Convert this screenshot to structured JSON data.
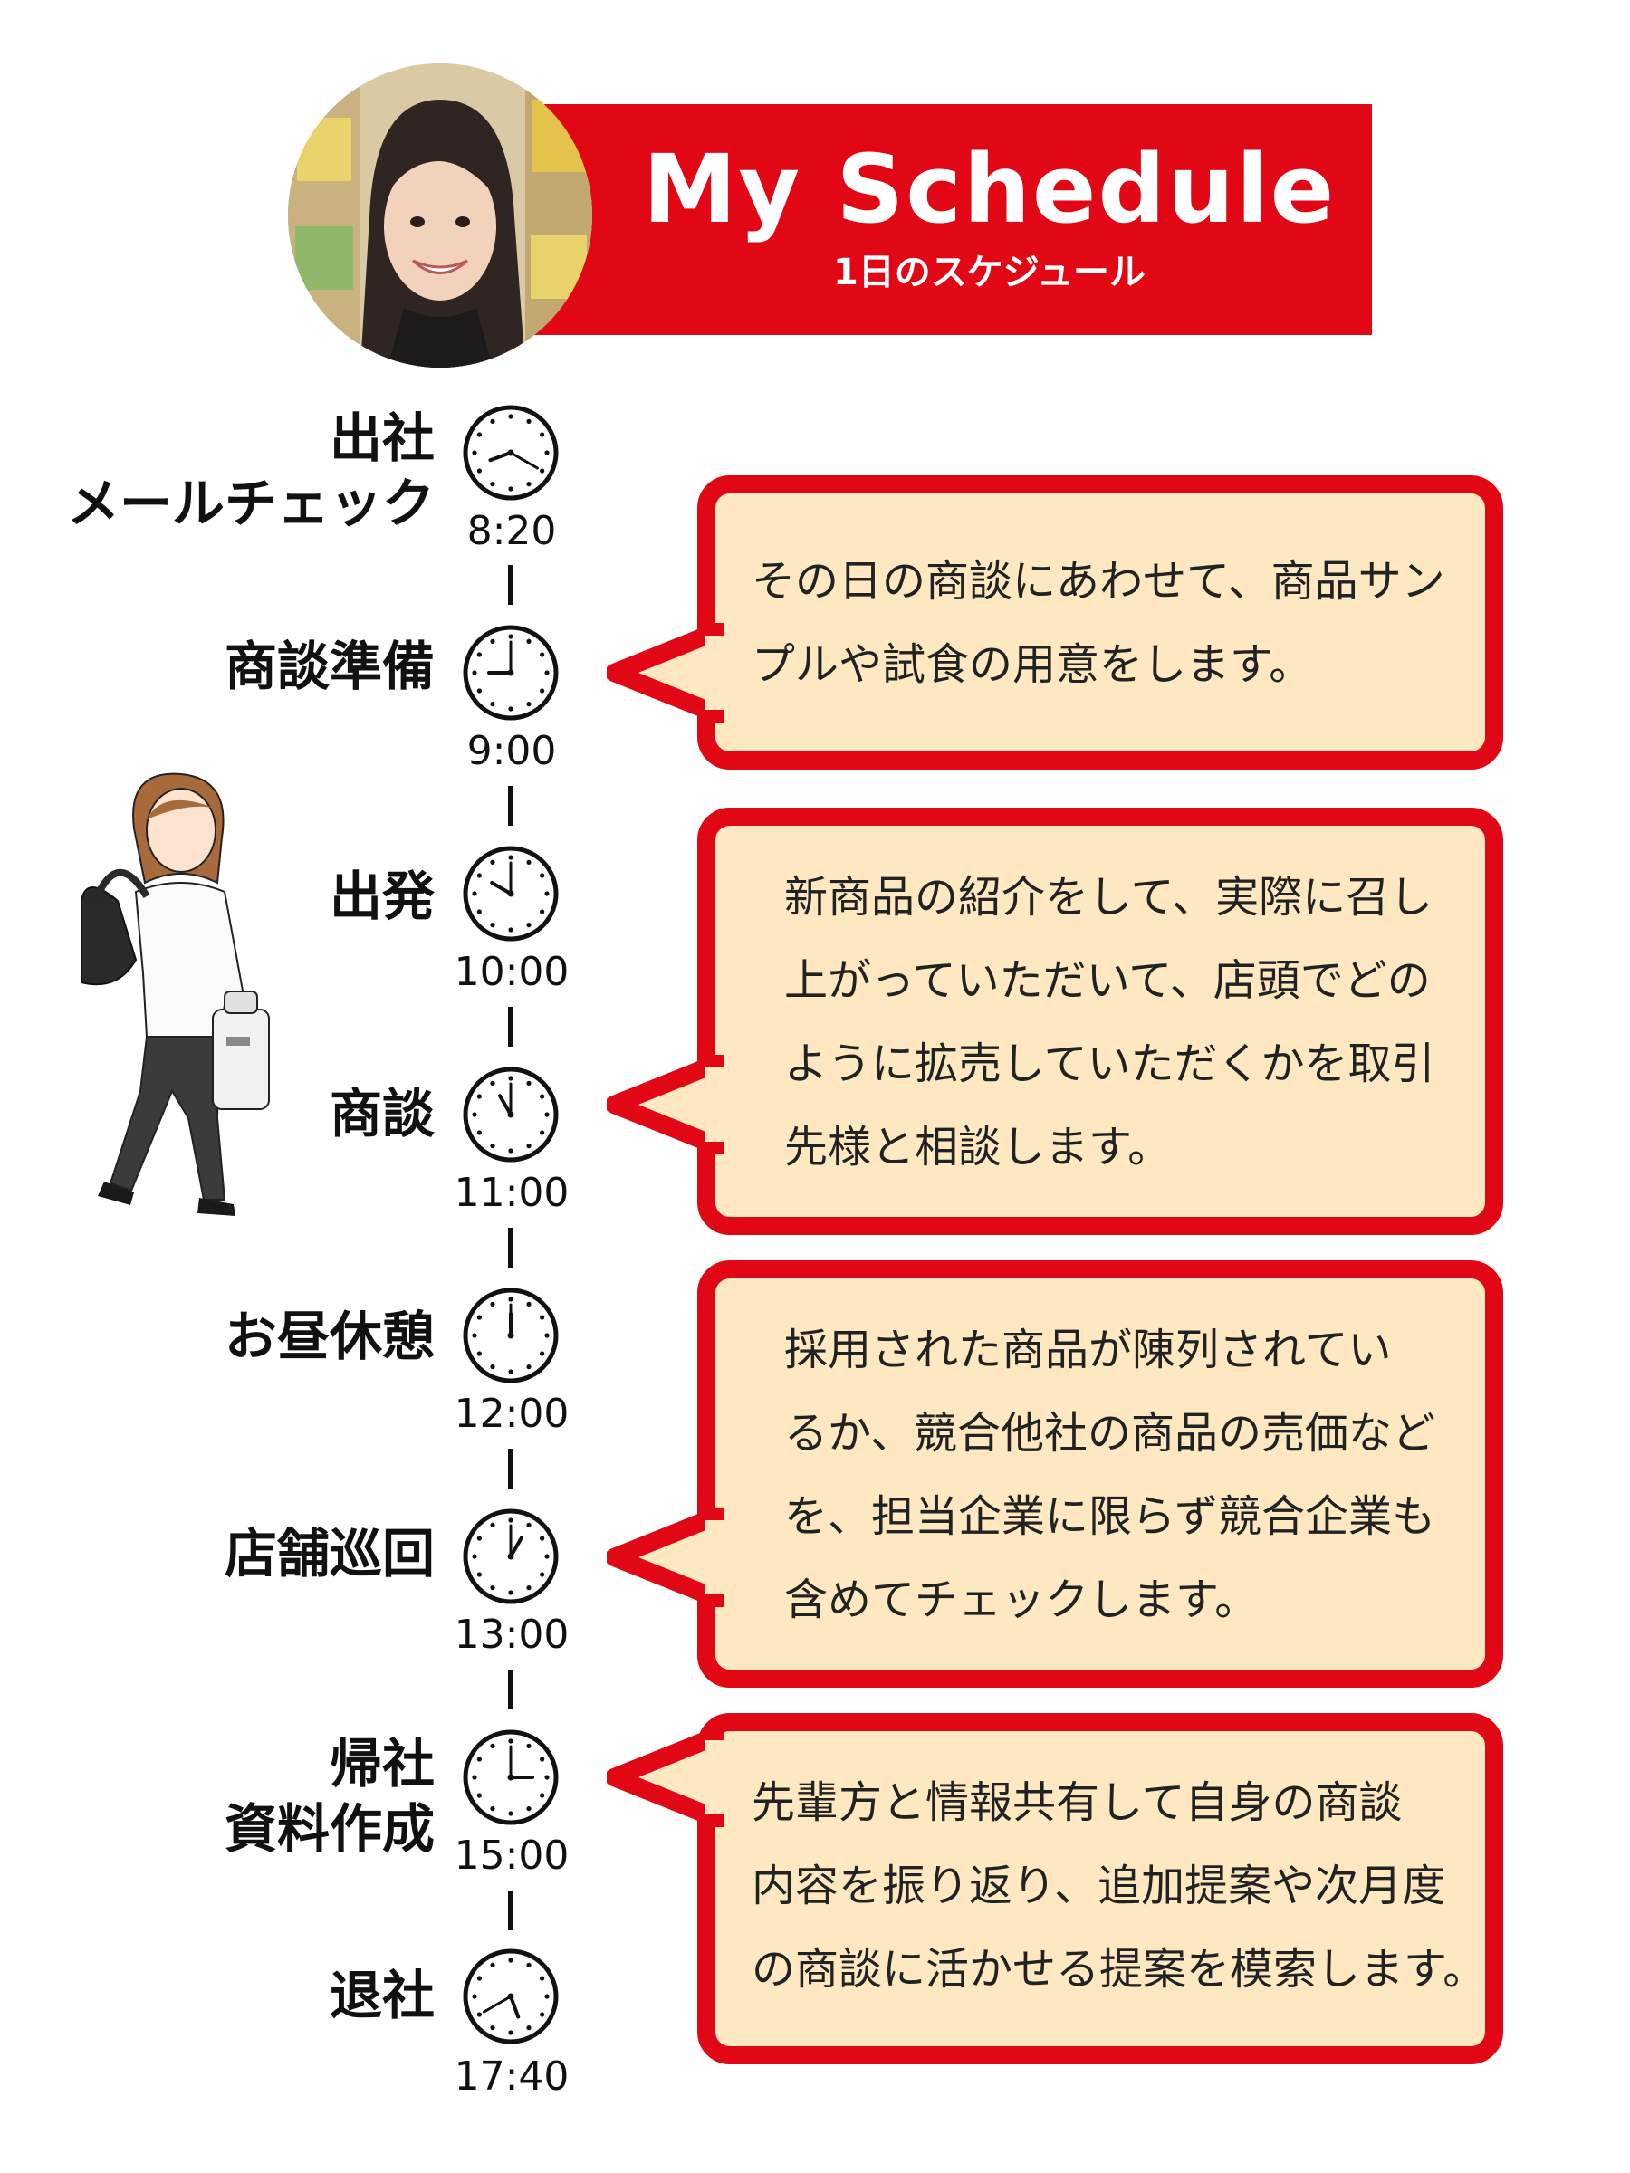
{
  "header": {
    "title": "My Schedule",
    "subtitle": "1日のスケジュール"
  },
  "schedule": [
    {
      "label": "出社\nメールチェック",
      "time": "8:20"
    },
    {
      "label": "商談準備",
      "time": "9:00"
    },
    {
      "label": "出発",
      "time": "10:00"
    },
    {
      "label": "商談",
      "time": "11:00"
    },
    {
      "label": "お昼休憩",
      "time": "12:00"
    },
    {
      "label": "店舗巡回",
      "time": "13:00"
    },
    {
      "label": "帰社\n資料作成",
      "time": "15:00"
    },
    {
      "label": "退社",
      "time": "17:40"
    }
  ],
  "bubbles": [
    {
      "text": "その日の商談にあわせて、商品サン\nプルや試食の用意をします。"
    },
    {
      "text": "新商品の紹介をして、実際に召し\n上がっていただいて、店頭でどの\nように拡売していただくかを取引\n先様と相談します。"
    },
    {
      "text": "採用された商品が陳列されてい\nるか、競合他社の商品の売価など\nを、担当企業に限らず競合企業も\n含めてチェックします。"
    },
    {
      "text": "先輩方と情報共有して自身の商談\n内容を振り返り、追加提案や次月度\nの商談に活かせる提案を模索します。"
    }
  ],
  "colors": {
    "accent": "#e10714",
    "bubble_fill": "#fde8c1"
  }
}
